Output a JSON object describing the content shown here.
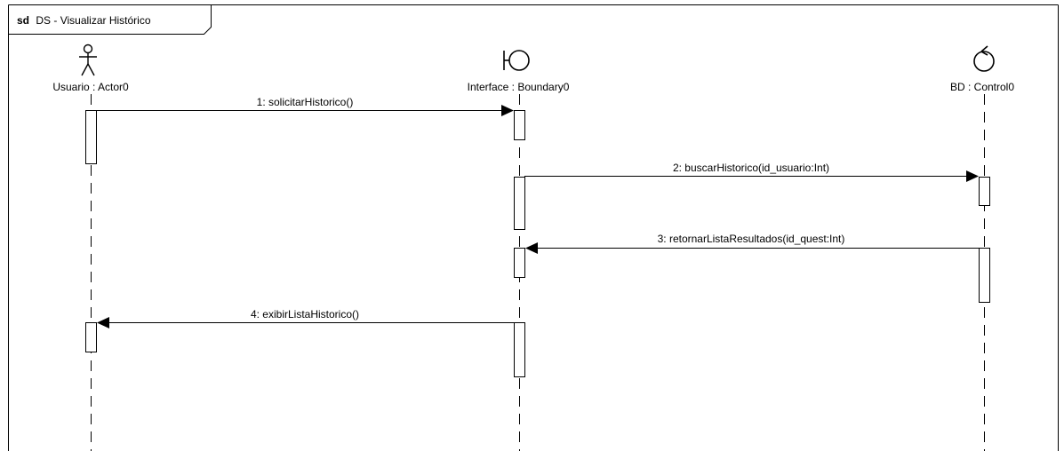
{
  "frame": {
    "keyword": "sd",
    "title": "DS - Visualizar Histórico"
  },
  "lifelines": [
    {
      "id": "actor",
      "label": "Usuario : Actor0",
      "icon": "actor-stick-figure-icon"
    },
    {
      "id": "boundary",
      "label": "Interface : Boundary0",
      "icon": "boundary-icon"
    },
    {
      "id": "control",
      "label": "BD : Control0",
      "icon": "control-icon"
    }
  ],
  "messages": [
    {
      "label": "1: solicitarHistorico()",
      "from": "actor",
      "to": "boundary"
    },
    {
      "label": "2: buscarHistorico(id_usuario:Int)",
      "from": "boundary",
      "to": "control"
    },
    {
      "label": "3: retornarListaResultados(id_quest:Int)",
      "from": "control",
      "to": "boundary"
    },
    {
      "label": "4: exibirListaHistorico()",
      "from": "boundary",
      "to": "actor"
    }
  ]
}
